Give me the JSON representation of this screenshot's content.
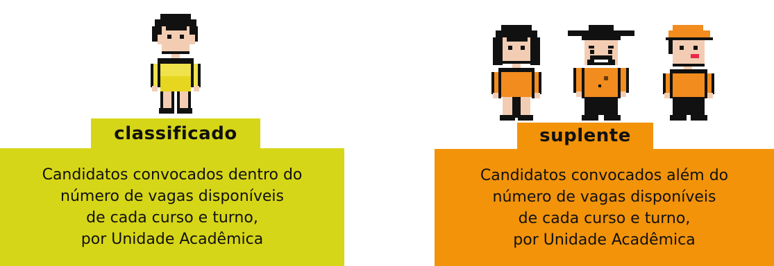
{
  "colors": {
    "classificado_bg": "#d6d618",
    "suplente_bg": "#f2930a",
    "text": "#111111"
  },
  "icons": [
    "pixel-student-yellow-icon",
    "pixel-student-girl-orange-icon",
    "pixel-student-hat-orange-icon",
    "pixel-student-cap-orange-icon"
  ],
  "classificado": {
    "label": "classificado",
    "lines": [
      "Candidatos convocados dentro do",
      "número de vagas disponíveis",
      "de cada curso e turno,",
      "por Unidade Acadêmica"
    ]
  },
  "suplente": {
    "label": "suplente",
    "lines": [
      "Candidatos convocados além do",
      "número de vagas disponíveis",
      "de cada curso e turno,",
      "por Unidade Acadêmica"
    ]
  }
}
